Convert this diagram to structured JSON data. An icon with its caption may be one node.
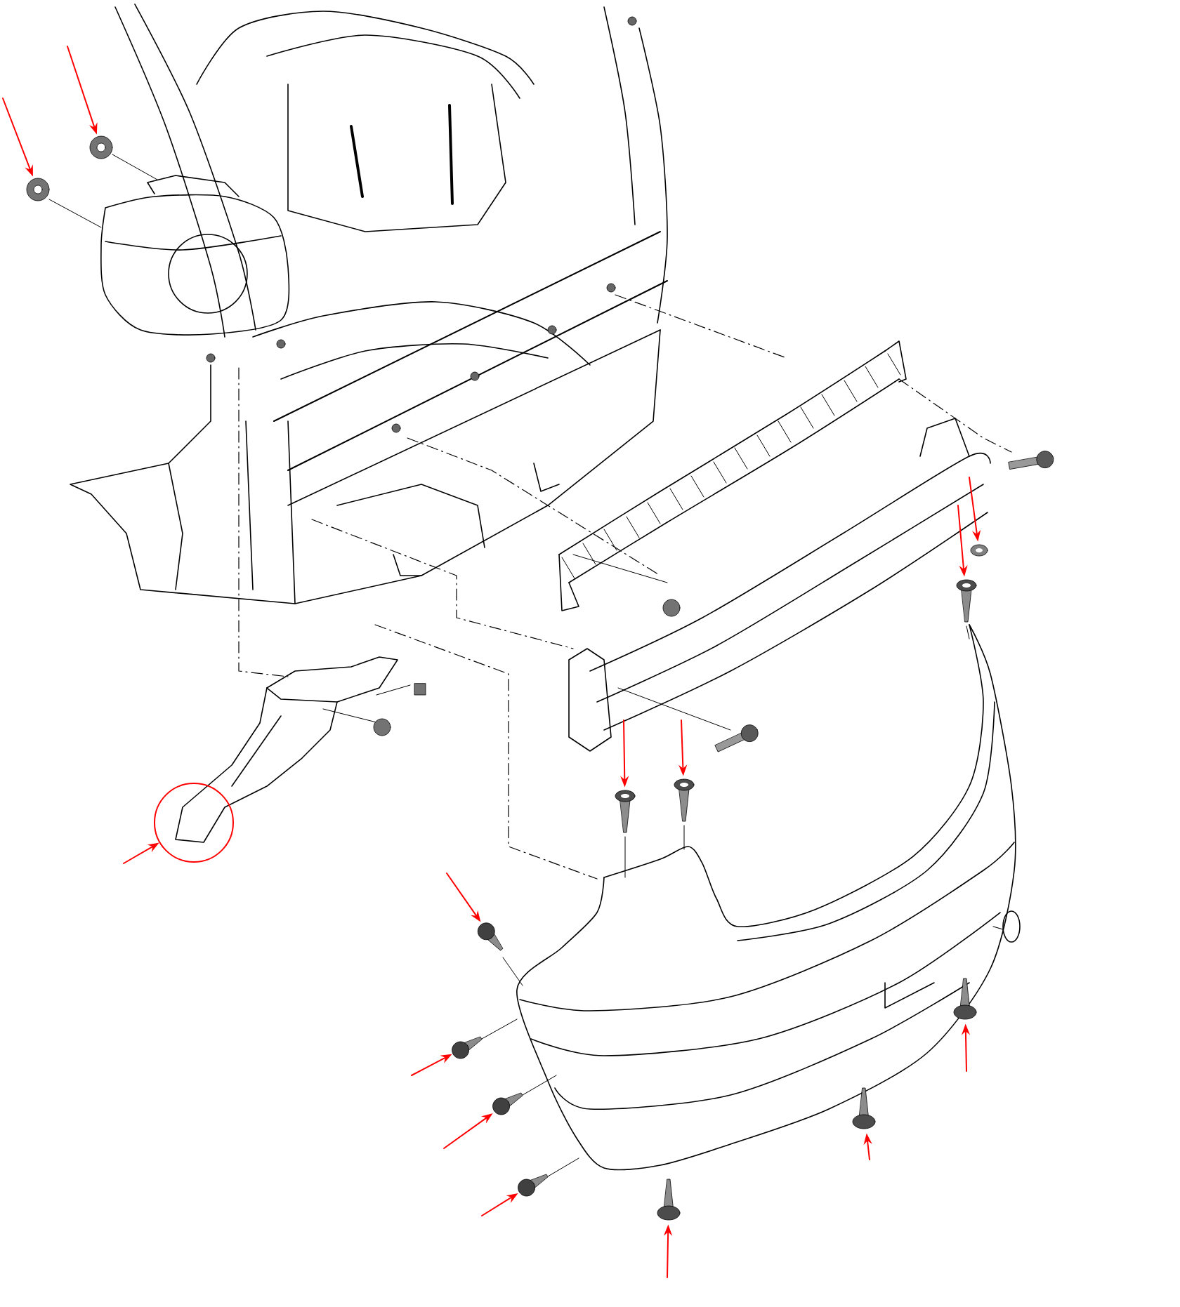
{
  "diagram": {
    "nodes": [
      {
        "text": [],
        "shape": "picture"
      },
      {
        "text": [],
        "shape": "picture"
      },
      {
        "text": [],
        "shape": "picture"
      },
      {
        "text": [],
        "shape": "picture"
      },
      {
        "text": [],
        "shape": "circle"
      },
      {
        "text": [],
        "shape": "picture"
      },
      {
        "text": [],
        "shape": "picture"
      },
      {
        "text": [],
        "shape": "picture"
      },
      {
        "text": [],
        "shape": "picture"
      },
      {
        "text": [],
        "shape": "picture"
      },
      {
        "text": [],
        "shape": "picture"
      },
      {
        "text": [],
        "shape": "picture"
      },
      {
        "text": [],
        "shape": "picture"
      },
      {
        "text": [],
        "shape": "picture"
      }
    ],
    "edges": [
      {
        "from": null,
        "to": 0,
        "arrow": "to"
      },
      {
        "from": null,
        "to": 1,
        "arrow": "to"
      },
      {
        "from": null,
        "to": 2,
        "arrow": "to"
      },
      {
        "from": null,
        "to": 3,
        "arrow": "to"
      },
      {
        "from": null,
        "to": 4,
        "arrow": "to"
      },
      {
        "from": null,
        "to": 5,
        "arrow": "to"
      },
      {
        "from": null,
        "to": 6,
        "arrow": "to"
      },
      {
        "from": null,
        "to": 7,
        "arrow": "to"
      },
      {
        "from": null,
        "to": 8,
        "arrow": "to"
      },
      {
        "from": null,
        "to": 9,
        "arrow": "to"
      },
      {
        "from": null,
        "to": 10,
        "arrow": "to"
      },
      {
        "from": null,
        "to": 11,
        "arrow": "to"
      },
      {
        "from": null,
        "to": 12,
        "arrow": "to"
      },
      {
        "from": null,
        "to": 13,
        "arrow": "to"
      }
    ]
  }
}
